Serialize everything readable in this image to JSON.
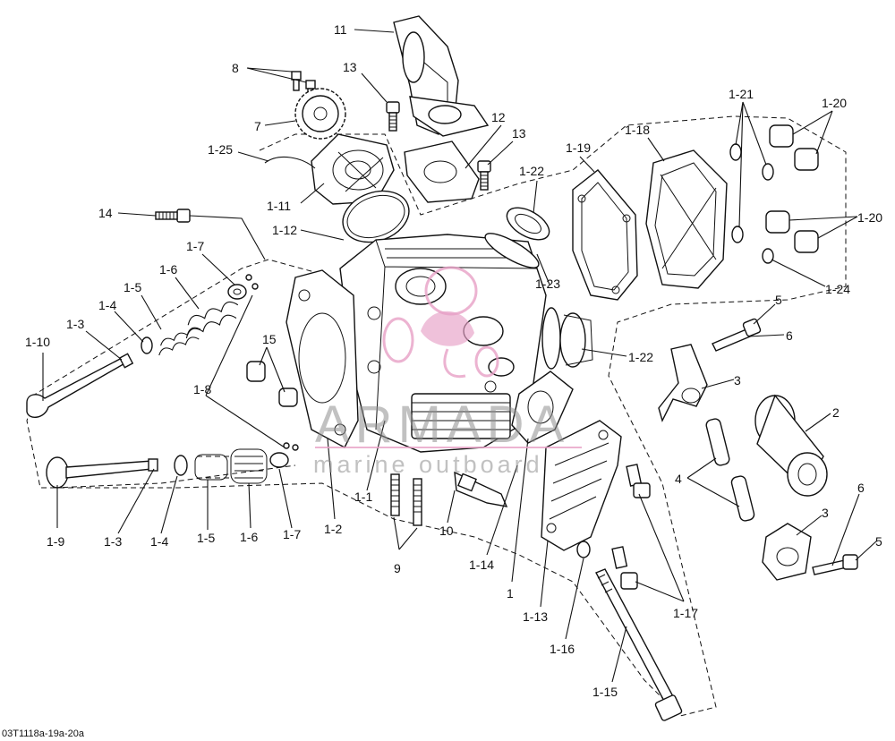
{
  "callouts": [
    {
      "id": "11",
      "text": "11"
    },
    {
      "id": "8",
      "text": "8"
    },
    {
      "id": "13a",
      "text": "13"
    },
    {
      "id": "7",
      "text": "7"
    },
    {
      "id": "12",
      "text": "12"
    },
    {
      "id": "13b",
      "text": "13"
    },
    {
      "id": "1-25",
      "text": "1-25"
    },
    {
      "id": "1-11",
      "text": "1-11"
    },
    {
      "id": "14",
      "text": "14"
    },
    {
      "id": "1-12",
      "text": "1-12"
    },
    {
      "id": "1-7a",
      "text": "1-7"
    },
    {
      "id": "1-6a",
      "text": "1-6"
    },
    {
      "id": "1-5a",
      "text": "1-5"
    },
    {
      "id": "1-4a",
      "text": "1-4"
    },
    {
      "id": "1-3a",
      "text": "1-3"
    },
    {
      "id": "1-10",
      "text": "1-10"
    },
    {
      "id": "15",
      "text": "15"
    },
    {
      "id": "1-8",
      "text": "1-8"
    },
    {
      "id": "1-9",
      "text": "1-9"
    },
    {
      "id": "1-3b",
      "text": "1-3"
    },
    {
      "id": "1-4b",
      "text": "1-4"
    },
    {
      "id": "1-5b",
      "text": "1-5"
    },
    {
      "id": "1-6b",
      "text": "1-6"
    },
    {
      "id": "1-7b",
      "text": "1-7"
    },
    {
      "id": "1-2",
      "text": "1-2"
    },
    {
      "id": "1-1",
      "text": "1-1"
    },
    {
      "id": "9",
      "text": "9"
    },
    {
      "id": "10",
      "text": "10"
    },
    {
      "id": "1-14",
      "text": "1-14"
    },
    {
      "id": "1",
      "text": "1"
    },
    {
      "id": "1-13",
      "text": "1-13"
    },
    {
      "id": "1-16",
      "text": "1-16"
    },
    {
      "id": "1-15",
      "text": "1-15"
    },
    {
      "id": "1-17",
      "text": "1-17"
    },
    {
      "id": "1-22a",
      "text": "1-22"
    },
    {
      "id": "1-23",
      "text": "1-23"
    },
    {
      "id": "1-22b",
      "text": "1-22"
    },
    {
      "id": "1-19",
      "text": "1-19"
    },
    {
      "id": "1-18",
      "text": "1-18"
    },
    {
      "id": "1-21",
      "text": "1-21"
    },
    {
      "id": "1-20a",
      "text": "1-20"
    },
    {
      "id": "1-20b",
      "text": "1-20"
    },
    {
      "id": "1-24",
      "text": "1-24"
    },
    {
      "id": "5a",
      "text": "5"
    },
    {
      "id": "6a",
      "text": "6"
    },
    {
      "id": "3a",
      "text": "3"
    },
    {
      "id": "2",
      "text": "2"
    },
    {
      "id": "4",
      "text": "4"
    },
    {
      "id": "3b",
      "text": "3"
    },
    {
      "id": "6b",
      "text": "6"
    },
    {
      "id": "5b",
      "text": "5"
    }
  ],
  "watermark": {
    "brand": "ARMADA",
    "tagline": "marine outboard",
    "colors": {
      "text": "#8e8e8e",
      "logo": "#e7a0c6"
    }
  },
  "footer_code": "03T1118a-19a-20a"
}
